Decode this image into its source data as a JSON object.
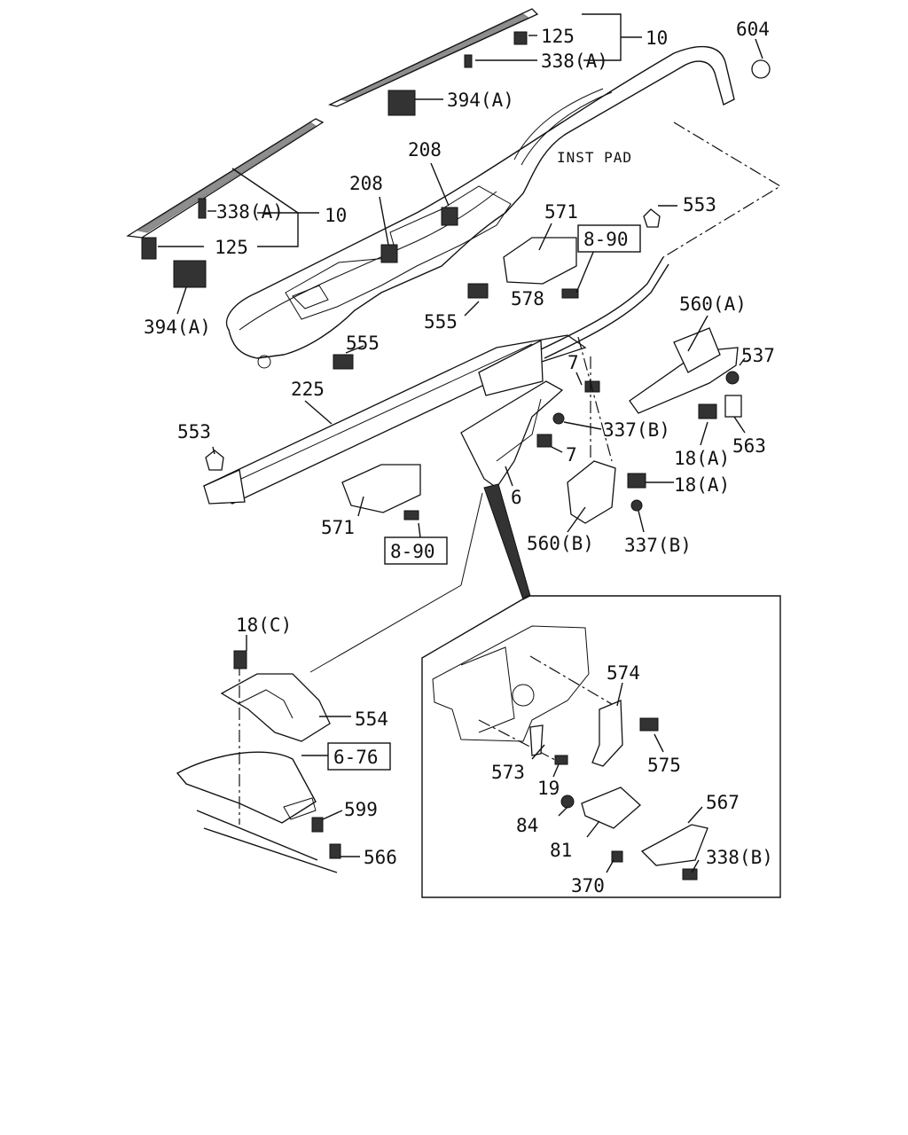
{
  "diagram": {
    "inst_pad_label": "INST PAD",
    "callouts": {
      "c125_top": "125",
      "c10_top": "10",
      "c338a_top": "338(A)",
      "c604": "604",
      "c394a_top": "394(A)",
      "c208_a": "208",
      "c208_b": "208",
      "c338a_left": "338(A)",
      "c10_left": "10",
      "c125_left": "125",
      "c394a_left": "394(A)",
      "c571_top": "571",
      "c553_top": "553",
      "c890_top": "8-90",
      "c578": "578",
      "c555_mid": "555",
      "c560a": "560(A)",
      "c555_left": "555",
      "c537": "537",
      "c7_top": "7",
      "c225": "225",
      "c337b_mid": "337(B)",
      "c18a_right": "18(A)",
      "c563": "563",
      "c553_left": "553",
      "c7_mid": "7",
      "c6": "6",
      "c18a_mid": "18(A)",
      "c571_bottom": "571",
      "c560b": "560(B)",
      "c337b_bottom": "337(B)",
      "c890_bottom": "8-90",
      "c18c": "18(C)",
      "c554": "554",
      "c676": "6-76",
      "c599": "599",
      "c566": "566",
      "c574": "574",
      "c575": "575",
      "c573": "573",
      "c19": "19",
      "c567": "567",
      "c84": "84",
      "c81": "81",
      "c338b": "338(B)",
      "c370": "370"
    }
  }
}
